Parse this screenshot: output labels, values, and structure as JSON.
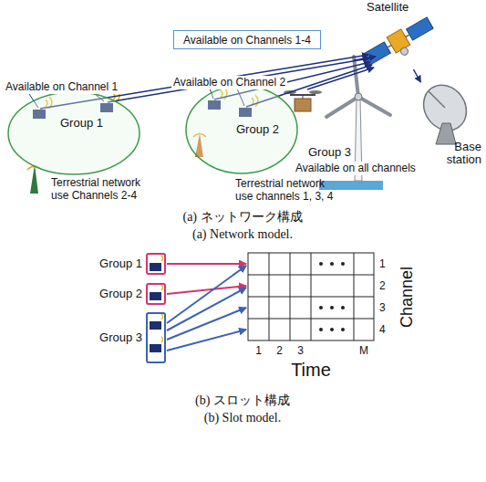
{
  "diagram": {
    "nodes": [
      {
        "text": [
          "Available on Channels 1-4"
        ]
      },
      {
        "text": [
          "Satellite"
        ]
      },
      {
        "text": [
          "Base station"
        ]
      },
      {
        "text": [
          "Group 1",
          "Terrestrial network use Channels 2-4"
        ]
      },
      {
        "text": [
          "Group 2",
          "Terrestrial network use channels 1, 3, 4"
        ]
      },
      {
        "text": [
          "Group 1"
        ]
      },
      {
        "text": [
          "Group 2"
        ]
      },
      {
        "text": [
          "Group 3"
        ]
      }
    ],
    "edges": [
      {
        "from": 1,
        "to": 2,
        "arrow": "to"
      }
    ],
    "labels": [
      "Available on Channel 1",
      "Available on Channel 2",
      "Available on all channels",
      "Group 3",
      "(a) ネットワーク構成",
      "(a) Network model.",
      "1",
      "2",
      "3",
      "M",
      "1",
      "2",
      "3",
      "4",
      "Channel",
      "Time",
      "(b) スロット構成",
      "(b) Slot model."
    ]
  }
}
